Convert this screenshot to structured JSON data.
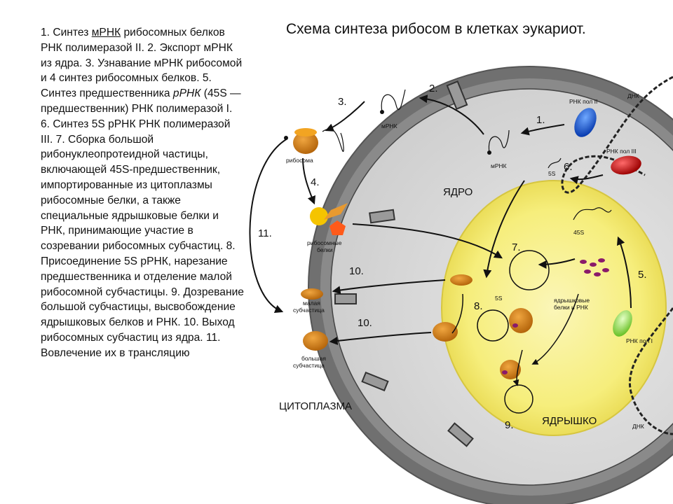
{
  "title": "Схема синтеза рибосом в клетках эукариот.",
  "description": {
    "part1": "1. Синтез ",
    "mrna_underlined": "мРНК",
    "part2": " рибосомных белков РНК полимеразой II. 2. Экспорт мРНК из ядра. 3. Узнавание мРНК рибосомой и 4 синтез рибосомных белков. 5. Синтез предшественника ",
    "prrna_italic": "рРНК",
    "part3": " (45S — предшественник) РНК полимеразой I. 6. Синтез 5S рРНК РНК полимеразой III. 7. Сборка большой рибонуклеопротеидной частицы, включающей 45S-предшественник, импортированные из цитоплазмы рибосомные белки, а также специальные ядрышковые белки и РНК, принимающие участие в созревании рибосомных субчастиц. 8. Присоединение 5S рРНК, нарезание предшественника и отделение малой рибосомной субчастицы. 9. Дозревание большой субчастицы, высвобождение ядрышковых белков и РНК. 10. Выход рибосомных субчастиц из ядра. 11. Вовлечение их в трансляцию"
  },
  "diagram": {
    "regions": {
      "nucleus": "ЯДРО",
      "nucleolus": "ЯДРЫШКО",
      "cytoplasm": "ЦИТОПЛАЗМА"
    },
    "labels": {
      "rna_pol_2": "РНК пол II",
      "rna_pol_3": "РНК пол III",
      "rna_pol_1": "РНК пол I",
      "dna_top": "ДНК",
      "dna_bottom": "ДНК",
      "mrna_nucleus": "мРНК",
      "mrna_cyto": "мРНК",
      "ribosome": "рибосома",
      "proteins_line1": "рибосомные",
      "proteins_line2": "белки",
      "small_line1": "малая",
      "small_line2": "субчастица",
      "large_line1": "большая",
      "large_line2": "субчастица",
      "s5_near_pol3": "5S",
      "s5_inner": "5S",
      "s45": "45S",
      "nucleolar_line1": "ядрышковые",
      "nucleolar_line2": "белки и РНК"
    },
    "steps": {
      "s1": "1.",
      "s2": "2.",
      "s3": "3.",
      "s4": "4.",
      "s5": "5.",
      "s6": "6.",
      "s7": "7.",
      "s8": "8.",
      "s9": "9.",
      "s10a": "10.",
      "s10b": "10.",
      "s11": "11."
    },
    "colors": {
      "cytoplasm_ring": "#6b6b6b",
      "nucleus": "#dcdcdc",
      "nucleolus": "#f7f08a",
      "subunit": "#cc7a12",
      "pol2": "#1a5fd6",
      "pol3": "#c40000",
      "pol1": "#8ed64a",
      "protein_yellow": "#f5c400",
      "protein_red": "#ff5a1a",
      "protein_orange": "#e89a30",
      "nucleolar_dots": "#8a1a6a"
    }
  }
}
